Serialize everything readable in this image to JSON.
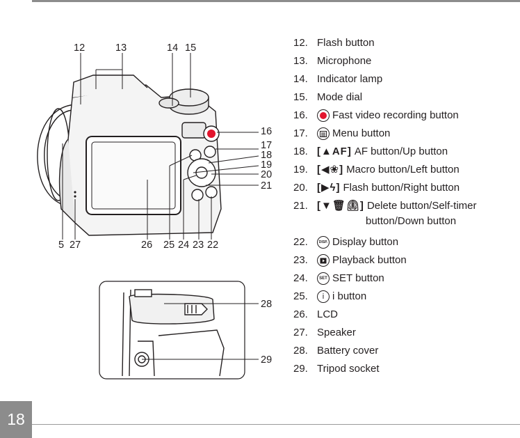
{
  "page": {
    "number": "18"
  },
  "figure": {
    "callouts_top": [
      "12",
      "13",
      "14",
      "15"
    ],
    "callouts_right": [
      "16",
      "17",
      "18",
      "19",
      "20",
      "21"
    ],
    "callouts_bottom": [
      "5",
      "27",
      "26",
      "25",
      "24",
      "23",
      "22"
    ],
    "callouts_lower": [
      "28",
      "29"
    ]
  },
  "legend": [
    {
      "num": "12.",
      "label": "Flash button"
    },
    {
      "num": "13.",
      "label": "Microphone"
    },
    {
      "num": "14.",
      "label": "Indicator lamp"
    },
    {
      "num": "15.",
      "label": "Mode dial"
    },
    {
      "num": "16.",
      "icon": "record-dot-icon",
      "label": "Fast video recording button"
    },
    {
      "num": "17.",
      "icon": "menu-icon",
      "label": "Menu button"
    },
    {
      "num": "18.",
      "icon": "af-up-icon",
      "bracket": "[▲AF]",
      "label": "AF button/Up button"
    },
    {
      "num": "19.",
      "icon": "macro-left-icon",
      "bracket": "[◀❀]",
      "label": "Macro button/Left button"
    },
    {
      "num": "20.",
      "icon": "flash-right-icon",
      "bracket": "[▶ϟ]",
      "label": "Flash button/Right button"
    },
    {
      "num": "21.",
      "icon": "delete-timer-down-icon",
      "bracket": "[▼🗑⏲]",
      "label": "Delete button/Self-timer",
      "label_cont": "button/Down button"
    },
    {
      "num": "22.",
      "icon": "disp-icon",
      "icon_text": "DISP.",
      "label": "Display button"
    },
    {
      "num": "23.",
      "icon": "playback-icon",
      "label": "Playback button"
    },
    {
      "num": "24.",
      "icon": "set-icon",
      "icon_text": "SET",
      "label": "SET button"
    },
    {
      "num": "25.",
      "icon": "info-icon",
      "icon_text": "i",
      "label": "i button"
    },
    {
      "num": "26.",
      "label": "LCD"
    },
    {
      "num": "27.",
      "label": "Speaker"
    },
    {
      "num": "28.",
      "label": "Battery cover"
    },
    {
      "num": "29.",
      "label": "Tripod socket"
    }
  ],
  "colors": {
    "rule": "#8c8c8c",
    "record": "#e3152e",
    "ink": "#231f20"
  }
}
